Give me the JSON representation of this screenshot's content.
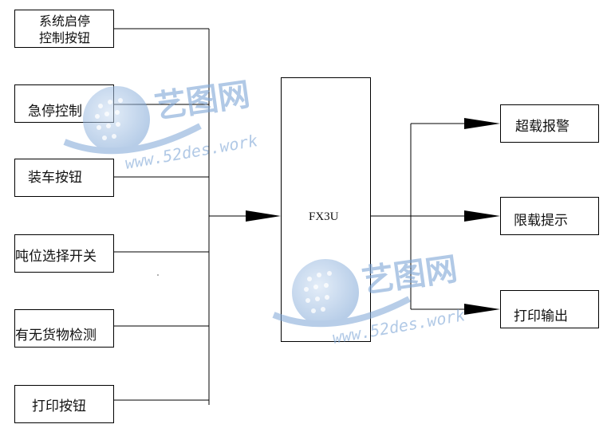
{
  "inputs": [
    {
      "id": "start-stop",
      "label": "系统启停\n控制按钮"
    },
    {
      "id": "emergency-stop",
      "label": "急停控制"
    },
    {
      "id": "loading",
      "label": "装车按钮"
    },
    {
      "id": "tonnage",
      "label": "吨位选择开关"
    },
    {
      "id": "goods-detect",
      "label": "有无货物检测"
    },
    {
      "id": "print-btn",
      "label": "打印按钮"
    }
  ],
  "controller": {
    "label": "FX3U"
  },
  "outputs": [
    {
      "id": "overload",
      "label": "超载报警"
    },
    {
      "id": "limit",
      "label": "限载提示"
    },
    {
      "id": "print-out",
      "label": "打印输出"
    }
  ],
  "watermark": {
    "logo_text": "艺图网",
    "url_text": "www.52des.work",
    "color": "#7ea6d6"
  },
  "colors": {
    "line": "#000000",
    "box_border": "#000000",
    "text": "#111111"
  }
}
